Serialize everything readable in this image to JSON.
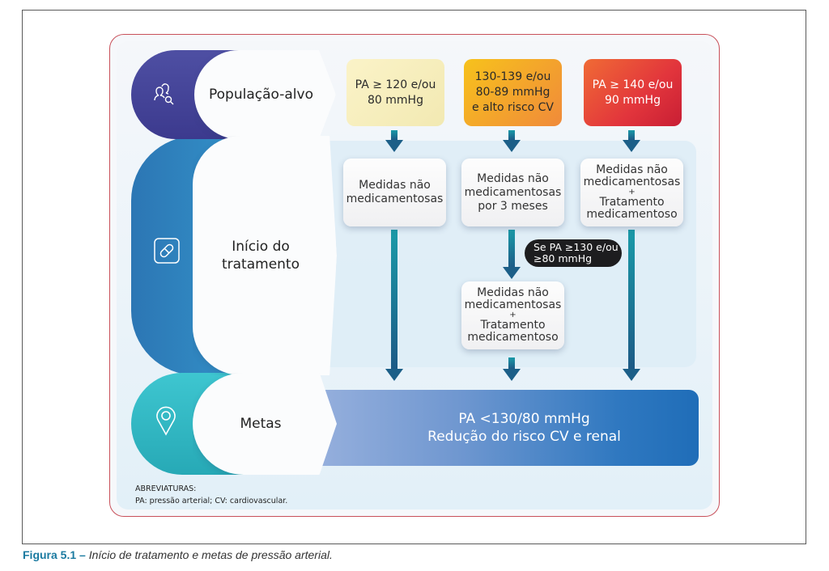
{
  "caption": {
    "figure_label": "Figura 5.1 –",
    "text": " Início de tratamento e metas de pressão arterial."
  },
  "colors": {
    "card_border": "#c8505a",
    "populacao_pill": "#4e4fa3",
    "tratamento_pill": "#3496cc",
    "metas_pill": "#3ec6d0",
    "arrow": "#1b6f8c",
    "goal_gradient_start": "#9ab2de",
    "goal_gradient_end": "#1f6db8",
    "caption_figure": "#1a7aa0"
  },
  "rows": {
    "populacao": {
      "label": "População-alvo",
      "icon": "users-search-icon"
    },
    "tratamento": {
      "label_line1": "Início do",
      "label_line2": "tratamento",
      "icon": "pill-icon"
    },
    "metas": {
      "label": "Metas",
      "icon": "location-pin-icon"
    }
  },
  "target_groups": [
    {
      "line1": "PA ≥ 120 e/ou",
      "line2": "80 mmHg",
      "line3": ""
    },
    {
      "line1": "130-139 e/ou",
      "line2": "80-89 mmHg",
      "line3": "e alto risco CV"
    },
    {
      "line1": "PA ≥ 140 e/ou",
      "line2": "90 mmHg",
      "line3": ""
    }
  ],
  "treatments": [
    {
      "lines": [
        "Medidas não",
        "medicamentosas"
      ]
    },
    {
      "lines": [
        "Medidas não",
        "medicamentosas",
        "por 3 meses"
      ]
    },
    {
      "lines": [
        "Medidas não",
        "medicamentosas",
        "+",
        "Tratamento",
        "medicamentoso"
      ]
    }
  ],
  "condition": {
    "line1": "Se PA ≥130 e/ou",
    "line2": "≥80 mmHg"
  },
  "escalation": {
    "lines": [
      "Medidas não",
      "medicamentosas",
      "+",
      "Tratamento",
      "medicamentoso"
    ]
  },
  "goal": {
    "line1": "PA <130/80 mmHg",
    "line2": "Redução do risco CV e renal"
  },
  "abbreviations": {
    "title": "ABREVIATURAS:",
    "text": "PA: pressão arterial; CV: cardiovascular."
  }
}
